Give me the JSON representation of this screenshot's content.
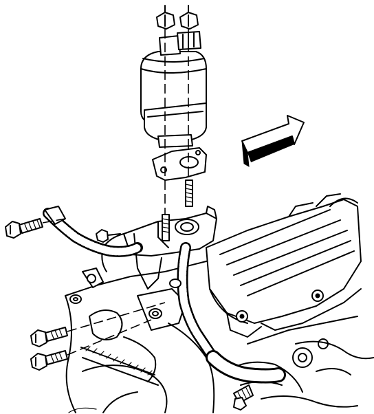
{
  "colors": {
    "line": "#000000",
    "background": "#ffffff"
  },
  "components": [
    "egr-valve",
    "egr-valve-gasket",
    "egr-valve-studs",
    "egr-valve-nuts",
    "egr-valve-adapter",
    "engine-block",
    "intake-manifold",
    "wiring-harness",
    "bolts",
    "front-direction-arrow-icon"
  ]
}
